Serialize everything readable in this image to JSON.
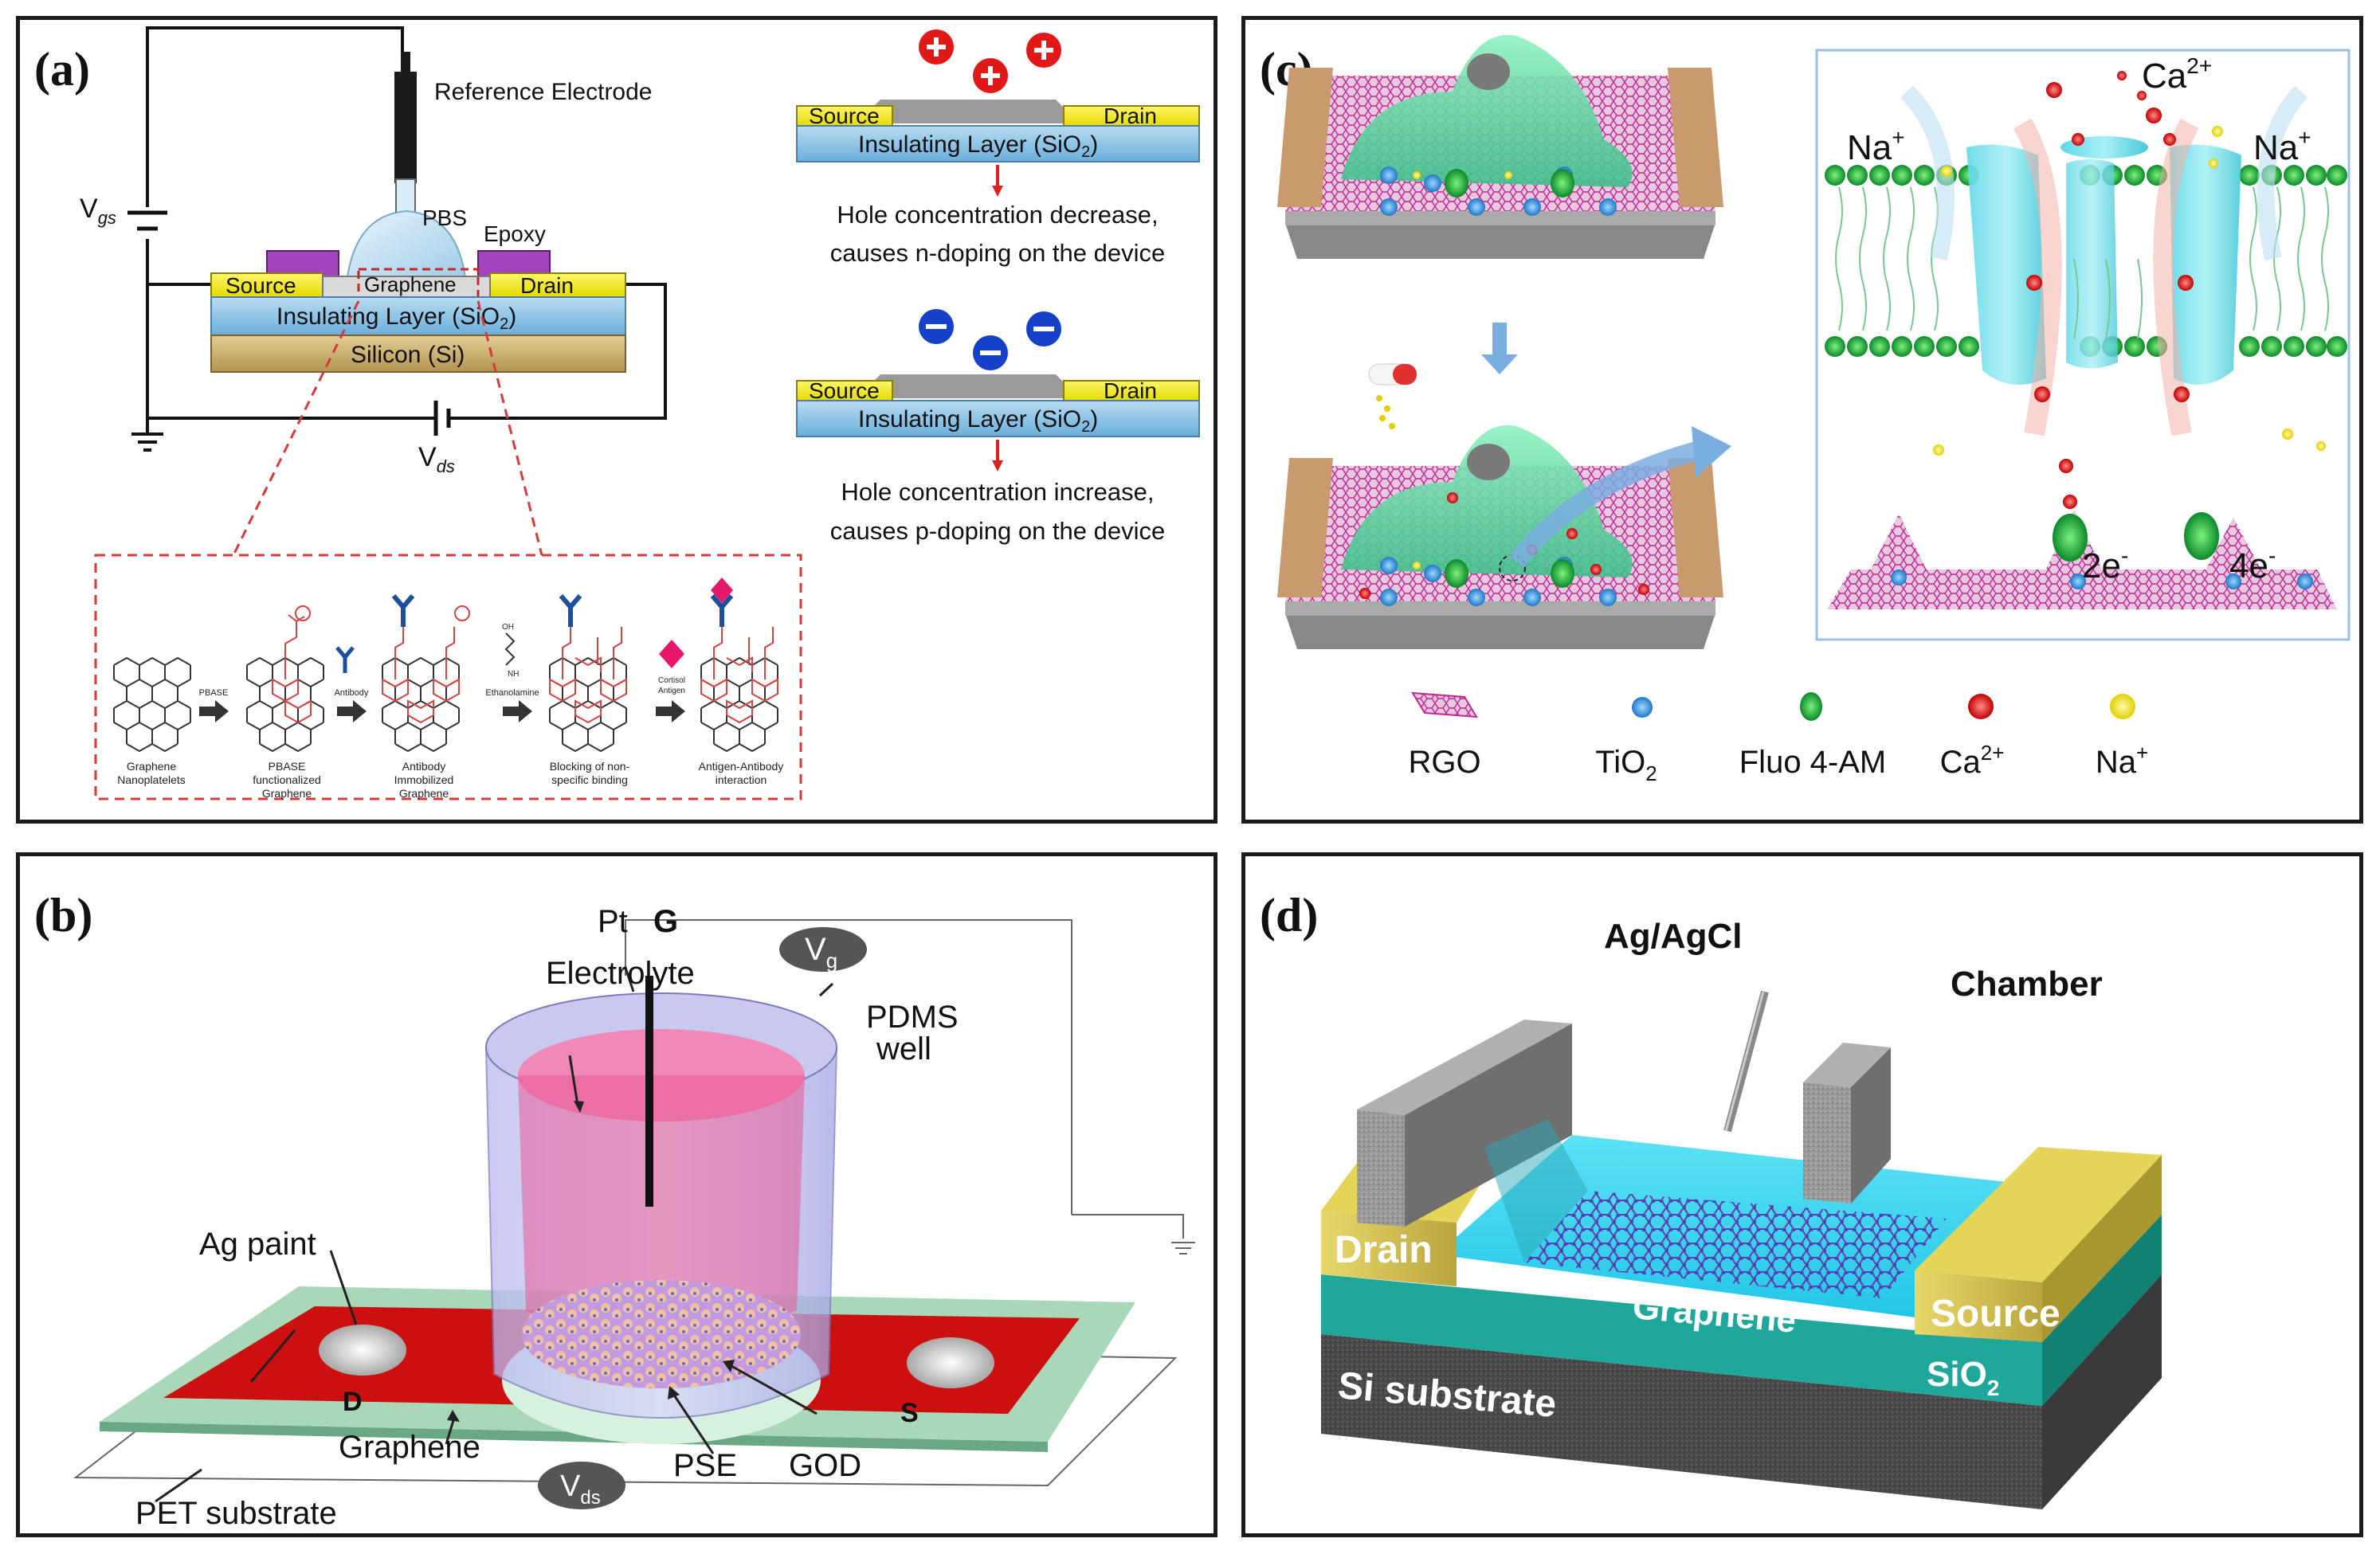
{
  "panels": {
    "a": {
      "label": "(a)",
      "reference_electrode": "Reference Electrode",
      "vgs": "V",
      "vgs_sub": "gs",
      "vds": "V",
      "vds_sub": "ds",
      "pbs": "PBS",
      "epoxy": "Epoxy",
      "source": "Source",
      "graphene": "Graphene",
      "drain": "Drain",
      "insulating": "Insulating Layer (SiO",
      "insulating_sub": "2",
      "insulating_end": ")",
      "silicon": "Silicon (Si)",
      "top_case": {
        "source": "Source",
        "drain": "Drain",
        "layer": "Insulating Layer (SiO",
        "layer_sub": "2",
        "layer_end": ")",
        "line1": "Hole concentration decrease,",
        "line2": "causes n-doping on the device"
      },
      "bottom_case": {
        "source": "Source",
        "drain": "Drain",
        "layer": "Insulating Layer (SiO",
        "layer_sub": "2",
        "layer_end": ")",
        "line1": "Hole concentration increase,",
        "line2": "causes p-doping on the device"
      },
      "steps": {
        "s1": "Graphene",
        "s1b": "Nanoplatelets",
        "a1": "PBASE",
        "s2": "PBASE",
        "s2b": "functionalized",
        "s2c": "Graphene",
        "a2": "Antibody",
        "s3": "Antibody",
        "s3b": "Immobilized",
        "s3c": "Graphene",
        "a3": "Ethanolamine",
        "s4": "Blocking of non-",
        "s4b": "specific binding",
        "a4": "Cortisol",
        "a4b": "Antigen",
        "s5": "Antigen-Antibody",
        "s5b": "interaction",
        "oh": "OH",
        "nh2": "NH",
        "nh": "NH"
      }
    },
    "b": {
      "label": "(b)",
      "pt": "Pt",
      "g": "G",
      "vg": "V",
      "vg_sub": "g",
      "electrolyte": "Electrolyte",
      "pdms": "PDMS",
      "well": "well",
      "ag_paint": "Ag paint",
      "d": "D",
      "s": "S",
      "graphene": "Graphene",
      "pse": "PSE",
      "god": "GOD",
      "pet": "PET substrate",
      "vds": "V",
      "vds_sub": "ds"
    },
    "c": {
      "label": "(c)",
      "ca": "Ca",
      "ca_sup": "2+",
      "na_left": "Na",
      "na_right": "Na",
      "na_sup": "+",
      "e2": "2e",
      "e4": "4e",
      "e_sup": "-",
      "legend": {
        "rgo": "RGO",
        "tio2": "TiO",
        "tio2_sub": "2",
        "fluo": "Fluo 4-AM",
        "ca": "Ca",
        "ca_sup": "2+",
        "na": "Na",
        "na_sup": "+"
      }
    },
    "d": {
      "label": "(d)",
      "agagcl": "Ag/AgCl",
      "chamber": "Chamber",
      "drain": "Drain",
      "source": "Source",
      "graphene": "Graphene",
      "sio2": "SiO",
      "sio2_sub": "2",
      "si": "Si substrate"
    }
  },
  "colors": {
    "electrode_yellow": "#f6f000",
    "insulating_blue": "#8ec3e6",
    "silicon_tan": "#c8a96a",
    "epoxy_purple": "#9b3fb5",
    "arrow_red": "#e0231c",
    "dash_red": "#d63a3a",
    "electrolyte_pink": "#e8508a",
    "red_strip": "#cc1010",
    "pet_green": "#a8d8b8",
    "cell_green": "#6fd9a8",
    "membrane_cyan": "#7de0e8",
    "rgo_pink": "#d93fa6",
    "si_gray": "#555555",
    "sio2_teal": "#1fb5a5",
    "chamber_gray": "#8a8a8a",
    "water_cyan": "#4dd8f0",
    "gold": "#c8b84a"
  }
}
